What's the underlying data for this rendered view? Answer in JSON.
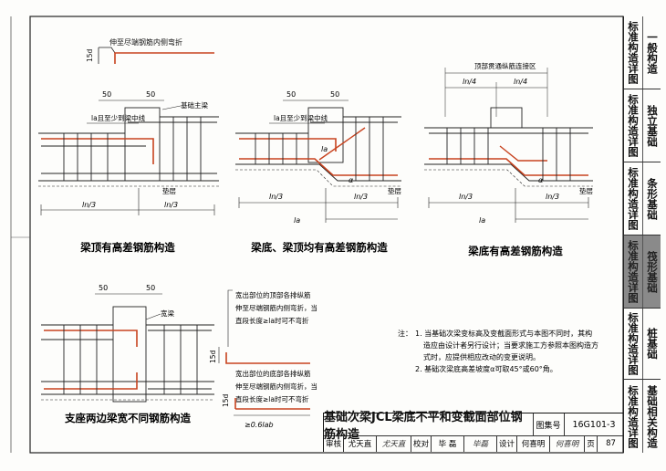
{
  "diagrams": {
    "d1": {
      "caption": "梁顶有高差钢筋构造",
      "label_bend": "伸至尽端钢筋内侧弯折",
      "label_15d": "15d",
      "dim_50a": "50",
      "dim_50b": "50",
      "label_la": "la且至少到梁中线",
      "label_main_beam": "基础主梁",
      "label_cushion": "垫层",
      "dim_ln3_left": "ln/3",
      "dim_ln3_right": "ln/3"
    },
    "d2": {
      "caption": "梁底、梁顶均有高差钢筋构造",
      "dim_50a": "50",
      "dim_50b": "50",
      "label_la_top": "la且至少到梁中线",
      "label_la_mid": "la",
      "label_alpha": "α",
      "label_cushion": "垫层",
      "dim_ln3_left": "ln/3",
      "dim_ln3_right": "ln/3",
      "dim_la_bottom": "la"
    },
    "d3": {
      "caption": "梁底有高差钢筋构造",
      "label_top_zone": "顶部贯通纵筋连接区",
      "dim_ln4_left": "ln/4",
      "dim_ln4_right": "ln/4",
      "label_alpha": "α",
      "label_cushion": "垫层",
      "dim_ln3_left": "ln/3",
      "dim_ln3_right": "ln/3",
      "dim_la_bottom": "la"
    },
    "d4": {
      "caption": "支座两边梁宽不同钢筋构造",
      "dim_50a": "50",
      "dim_50b": "50",
      "label_wide_beam": "宽梁",
      "note_top_lines": [
        "宽出部位的顶部各排纵筋",
        "伸至尽端钢筋内侧弯折，当",
        "直段长度≥la时可不弯折"
      ],
      "label_15d_top": "15d",
      "note_bottom_lines": [
        "宽出部位的底部各排纵筋",
        "伸至尽端钢筋内侧弯折，当",
        "直段长度≥la时可不弯折"
      ],
      "label_15d_bottom": "15d",
      "label_06lab": "≥0.6lab"
    }
  },
  "notes": {
    "prefix": "注：",
    "lines": [
      "1. 当基础次梁变标高及变截面形式与本图不同时，其构",
      "造应由设计者另行设计；当要求施工方参照本图构造方",
      "式时，应提供相应改动的变更说明。",
      "2. 基础次梁底高差坡度α可取45°或60°角。"
    ]
  },
  "title_block": {
    "title": "基础次梁JCL梁底不平和变截面部位钢筋构造",
    "atlas_label": "图集号",
    "atlas_number": "16G101-3",
    "review_label": "审核",
    "review_name": "尤天直",
    "review_sig": "尤天直",
    "check_label": "校对",
    "check_name": "毕 磊",
    "check_sig": "毕磊",
    "design_label": "设计",
    "design_name": "何喜明",
    "design_sig": "何喜明",
    "page_label": "页",
    "page_number": "87"
  },
  "sidebar": {
    "items": [
      {
        "col1": "标准构造详图",
        "col2": "一般构造",
        "active": false
      },
      {
        "col1": "标准构造详图",
        "col2": "独立基础",
        "active": false
      },
      {
        "col1": "标准构造详图",
        "col2": "条形基础",
        "active": false
      },
      {
        "col1": "标准构造详图",
        "col2": "筏形基础",
        "active": true
      },
      {
        "col1": "标准构造详图",
        "col2": "桩基础",
        "active": false
      },
      {
        "col1": "标准构造详图",
        "col2": "基础相关构造",
        "active": false
      }
    ]
  },
  "colors": {
    "line": "#1a1a1a",
    "rebar_red": "#c8431f",
    "active_tab": "#8a8a8a"
  }
}
